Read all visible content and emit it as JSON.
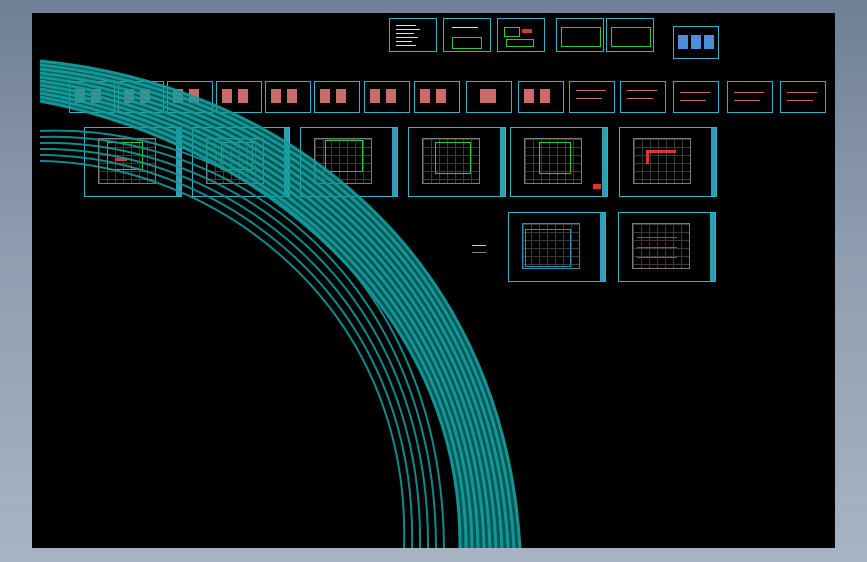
{
  "window": {
    "title": ""
  },
  "model_space": {
    "background": "#000000",
    "frame_color": "#2fb3c8",
    "arc_color": "#139a9a",
    "plan_grid": "#3a3a3a"
  },
  "sheets": {
    "top_row": [
      "cover-sheet",
      "index-sheet",
      "legend-sheet",
      "detail-sheet-1",
      "detail-sheet-2",
      "blue-title-block"
    ],
    "strip_count": 15,
    "floor_plans_row1": 6,
    "floor_plans_row2": 2
  },
  "icons": [
    "drawing-sheet-icon",
    "title-block-icon"
  ]
}
